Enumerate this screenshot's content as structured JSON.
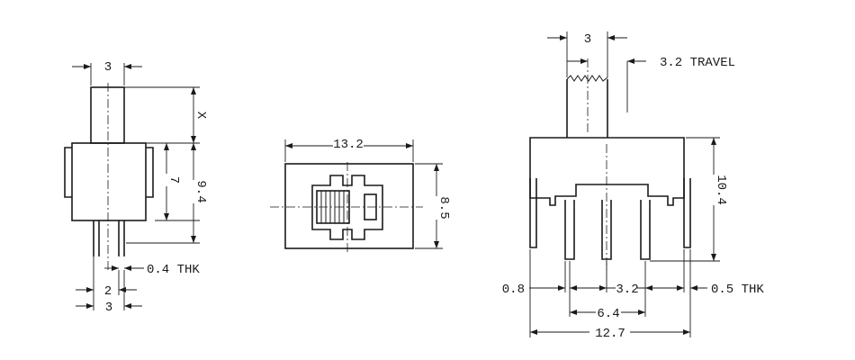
{
  "side_view": {
    "width_top": "3",
    "dim_x": "X",
    "dim_7": "7",
    "dim_9_4": "9.4",
    "pin_thickness": "0.4 THK",
    "dim_2": "2",
    "width_bottom": "3"
  },
  "top_view": {
    "length": "13.2",
    "width": "8.5"
  },
  "front_view": {
    "actuator_width": "3",
    "travel": "3.2 TRAVEL",
    "height": "10.4",
    "pin_offset": "0.8",
    "pin_pitch": "3.2",
    "pin_thickness": "0.5 THK",
    "pin_span": "6.4",
    "overall_width": "12.7"
  }
}
